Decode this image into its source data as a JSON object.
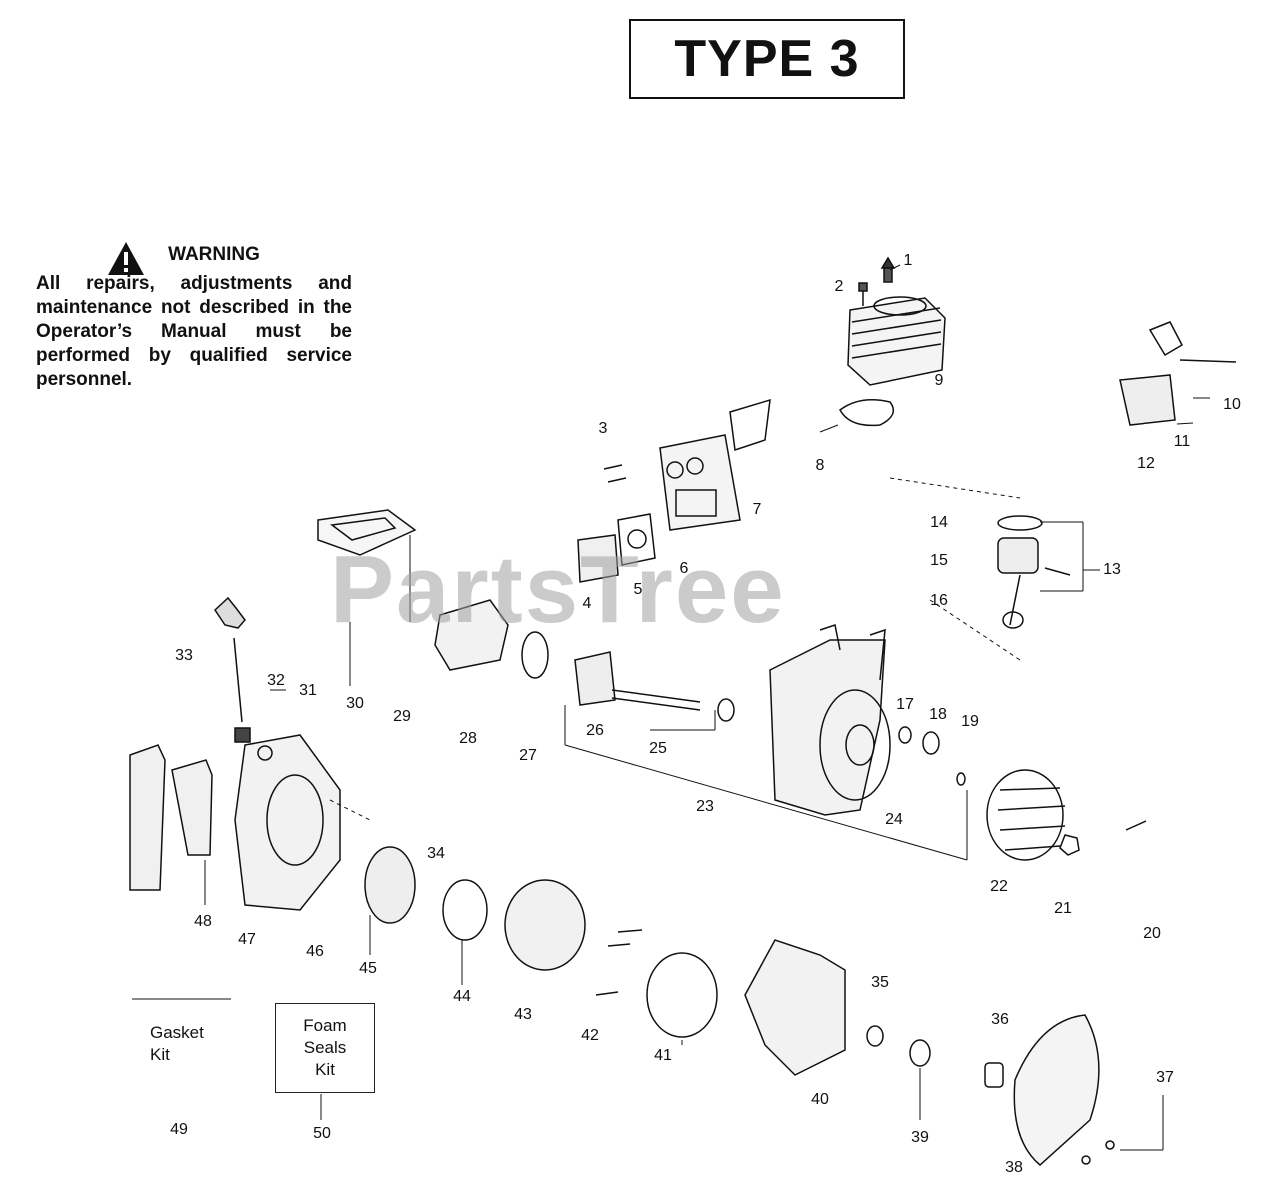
{
  "title": "TYPE 3",
  "warning": {
    "heading": "WARNING",
    "text": "All repairs, adjustments and maintenance not described in the Operator’s Manual must be performed by qualified service personnel."
  },
  "watermark": "PartsTree",
  "callouts": [
    "1",
    "2",
    "3",
    "4",
    "5",
    "6",
    "7",
    "8",
    "9",
    "10",
    "11",
    "12",
    "13",
    "14",
    "15",
    "16",
    "17",
    "18",
    "19",
    "20",
    "21",
    "22",
    "23",
    "24",
    "25",
    "26",
    "27",
    "28",
    "29",
    "30",
    "31",
    "32",
    "33",
    "34",
    "35",
    "36",
    "37",
    "38",
    "39",
    "40",
    "41",
    "42",
    "43",
    "44",
    "45",
    "46",
    "47",
    "48",
    "49",
    "50"
  ],
  "kits": {
    "gasket_kit": "Gasket\nKit",
    "foam_seals_kit": "Foam\nSeals\nKit"
  }
}
